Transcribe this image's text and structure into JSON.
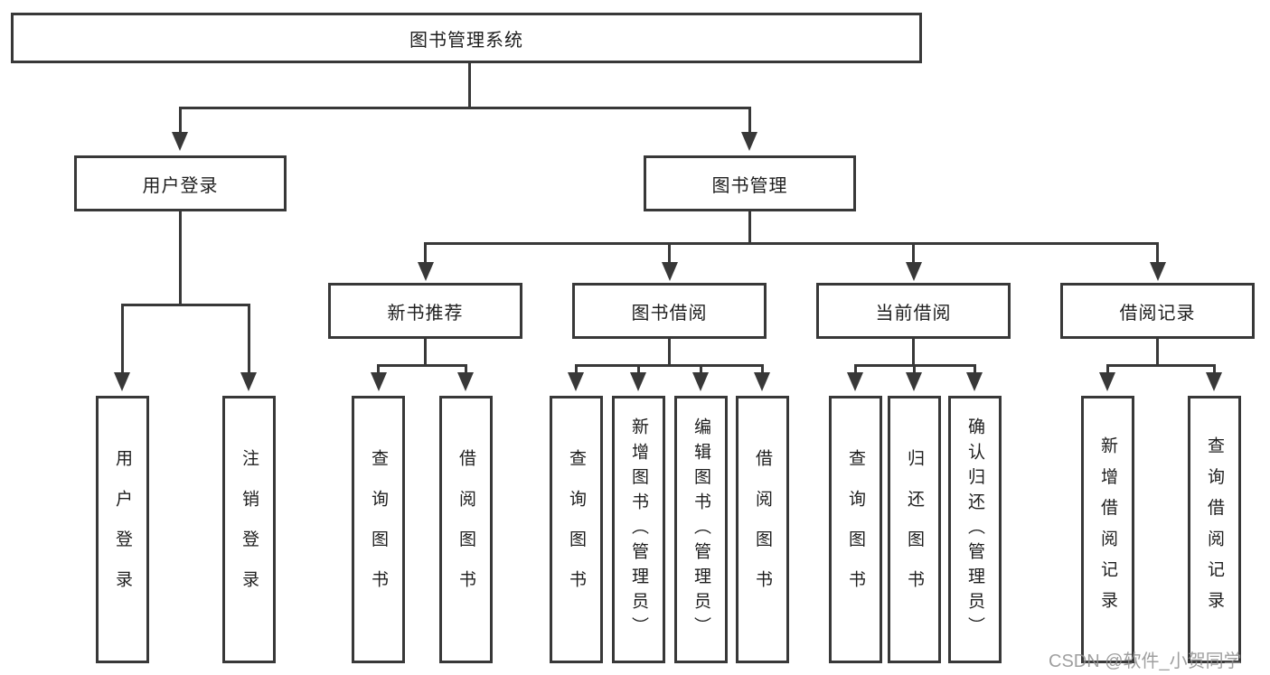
{
  "diagram": {
    "root": {
      "label": "图书管理系统"
    },
    "branches": [
      {
        "label": "用户登录",
        "children": [
          {
            "label": "用户登录"
          },
          {
            "label": "注销登录"
          }
        ]
      },
      {
        "label": "图书管理",
        "children": [
          {
            "label": "新书推荐",
            "children": [
              {
                "label": "查询图书"
              },
              {
                "label": "借阅图书"
              }
            ]
          },
          {
            "label": "图书借阅",
            "children": [
              {
                "label": "查询图书"
              },
              {
                "label": "新增图书（管理员）"
              },
              {
                "label": "编辑图书（管理员）"
              },
              {
                "label": "借阅图书"
              }
            ]
          },
          {
            "label": "当前借阅",
            "children": [
              {
                "label": "查询图书"
              },
              {
                "label": "归还图书"
              },
              {
                "label": "确认归还（管理员）"
              }
            ]
          },
          {
            "label": "借阅记录",
            "children": [
              {
                "label": "新增借阅记录"
              },
              {
                "label": "查询借阅记录"
              }
            ]
          }
        ]
      }
    ]
  },
  "watermark": {
    "text": "CSDN @软件_小贺同学",
    "color": "#8f8f8f"
  },
  "colors": {
    "line": "#383838",
    "text": "#1e1e1e",
    "background": "#ffffff"
  }
}
